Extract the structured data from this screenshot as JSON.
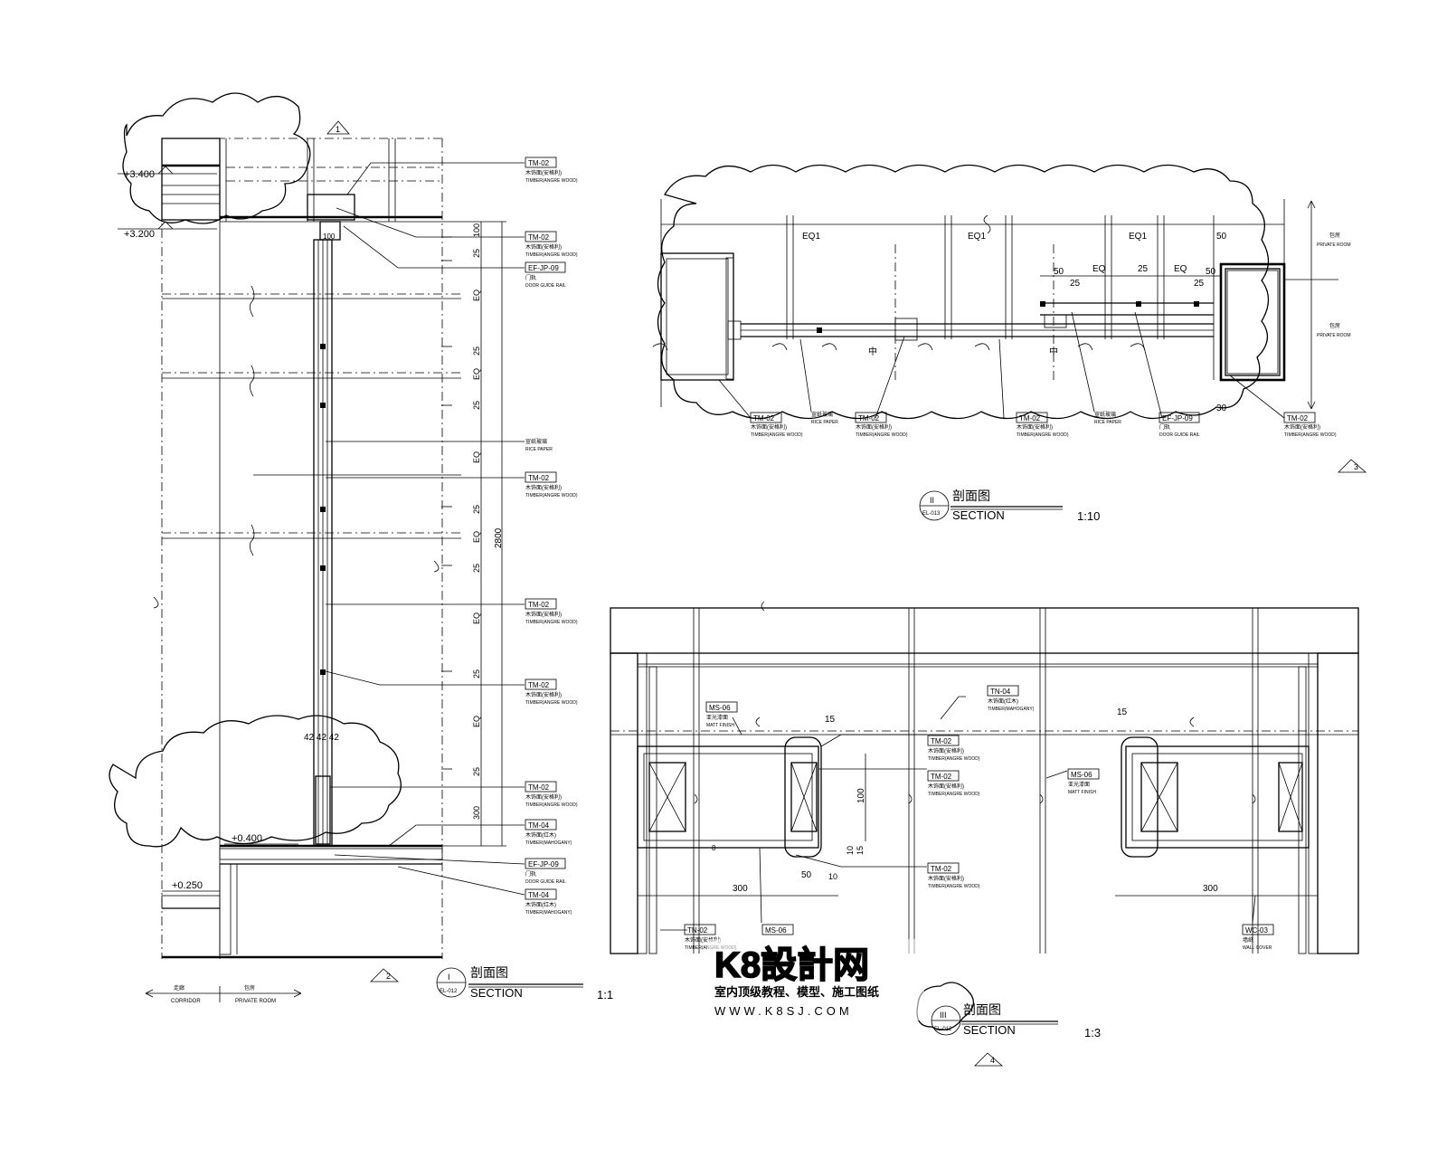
{
  "sheet": {
    "level_34": "+3.400",
    "level_32": "+3.200",
    "level_04": "+0.400",
    "level_025": "+0.250",
    "zone_corridor_cn": "走廊",
    "zone_corridor": "CORRIDOR",
    "zone_private_cn": "包房",
    "zone_private": "PRIVATE ROOM",
    "callout_1": "1",
    "callout_2": "2",
    "callout_3": "3",
    "callout_4": "4"
  },
  "section1": {
    "dims": {
      "d100": "100",
      "d25a": "25",
      "eq1": "EQ",
      "d25b": "25",
      "d25c": "25",
      "eq2": "EQ",
      "d25d": "25",
      "eq3": "EQ",
      "d25e": "25",
      "eq4": "EQ",
      "d25f": "25",
      "eq5": "EQ",
      "d25g": "25",
      "eq6": "EQ",
      "d25h": "25",
      "d300": "300",
      "d2800": "2800",
      "d100b": "100",
      "d42": "42 42 42"
    },
    "tags": [
      {
        "code": "TM-02",
        "cn": "木饰面(安格利)",
        "en": "TIMBER(ANGRE WOOD)"
      },
      {
        "code": "TM-02",
        "cn": "木饰面(安格利)",
        "en": "TIMBER(ANGRE WOOD)"
      },
      {
        "code": "EF-JP-09",
        "cn": "门轨",
        "en": "DOOR GUIDE RAIL"
      },
      {
        "code": "",
        "cn": "宣纸玻璃",
        "en": "RICE PAPER"
      },
      {
        "code": "TM-02",
        "cn": "木饰面(安格利)",
        "en": "TIMBER(ANGRE WOOD)"
      },
      {
        "code": "TM-02",
        "cn": "木饰面(安格利)",
        "en": "TIMBER(ANGRE WOOD)"
      },
      {
        "code": "TM-02",
        "cn": "木饰面(安格利)",
        "en": "TIMBER(ANGRE WOOD)"
      },
      {
        "code": "TM-02",
        "cn": "木饰面(安格利)",
        "en": "TIMBER(ANGRE WOOD)"
      },
      {
        "code": "TM-04",
        "cn": "木饰面(红木)",
        "en": "TIMBER(MAHOGANY)"
      },
      {
        "code": "EF-JP-09",
        "cn": "门轨",
        "en": "DOOR GUIDE RAIL"
      },
      {
        "code": "TM-04",
        "cn": "木饰面(红木)",
        "en": "TIMBER(MAHOGANY)"
      }
    ],
    "title": {
      "num": "I",
      "ref": "EL-012",
      "cn": "剖面图",
      "en": "SECTION",
      "scale": "1:1"
    }
  },
  "section2": {
    "dims": {
      "eq1a": "EQ1",
      "eq1b": "EQ1",
      "eq1c": "EQ1",
      "d50a": "50",
      "d50b": "50",
      "d25a": "25",
      "eqa": "EQ",
      "d25b": "25",
      "eqb": "EQ",
      "d25c": "25",
      "d50c": "50",
      "d30": "30",
      "cl1": "中",
      "cl2": "中"
    },
    "rooms": [
      {
        "cn": "包房",
        "en": "PRIVATE ROOM"
      },
      {
        "cn": "包房",
        "en": "PRIVATE ROOM"
      }
    ],
    "tags": [
      {
        "code": "TM-02",
        "cn": "木饰面(安格利)",
        "en": "TIMBER(ANGRE WOOD)"
      },
      {
        "code": "",
        "cn": "宣纸玻璃",
        "en": "RICE PAPER"
      },
      {
        "code": "TM-02",
        "cn": "木饰面(安格利)",
        "en": "TIMBER(ANGRE WOOD)"
      },
      {
        "code": "TM-02",
        "cn": "木饰面(安格利)",
        "en": "TIMBER(ANGRE WOOD)"
      },
      {
        "code": "",
        "cn": "宣纸玻璃",
        "en": "RICE PAPER"
      },
      {
        "code": "EF-JP-09",
        "cn": "门轨",
        "en": "DOOR GUIDE RAIL"
      },
      {
        "code": "TM-02",
        "cn": "木饰面(安格利)",
        "en": "TIMBER(ANGRE WOOD)"
      }
    ],
    "title": {
      "num": "II",
      "ref": "EL-013",
      "cn": "剖面图",
      "en": "SECTION",
      "scale": "1:10"
    }
  },
  "section3": {
    "dims": {
      "d15a": "15",
      "d15b": "15",
      "d100": "100",
      "d10a": "10",
      "d15c": "15",
      "d50": "50",
      "d10b": "10",
      "d300a": "300",
      "d300b": "300",
      "d8": "8"
    },
    "tags": [
      {
        "code": "MS-06",
        "cn": "亚光漆面",
        "en": "MATT FINISH"
      },
      {
        "code": "TN-04",
        "cn": "木饰面(红木)",
        "en": "TIMBER(MAHOGANY)"
      },
      {
        "code": "TM-02",
        "cn": "木饰面(安格利)",
        "en": "TIMBER(ANGRE WOOD)"
      },
      {
        "code": "TM-02",
        "cn": "木饰面(安格利)",
        "en": "TIMBER(ANGRE WOOD)"
      },
      {
        "code": "MS-06",
        "cn": "亚光漆面",
        "en": "MATT FINISH"
      },
      {
        "code": "TM-02",
        "cn": "木饰面(安格利)",
        "en": "TIMBER(ANGRE WOOD)"
      },
      {
        "code": "TN-02",
        "cn": "木饰面(安格利)",
        "en": "TIMBER(ANGRE WOOD)"
      },
      {
        "code": "MS-06",
        "cn": "",
        "en": ""
      },
      {
        "code": "WC-03",
        "cn": "墙纸",
        "en": "WALL COVER"
      }
    ],
    "title": {
      "num": "III",
      "ref": "EL-012",
      "cn": "剖面图",
      "en": "SECTION",
      "scale": "1:3"
    }
  },
  "watermark": {
    "brand": "K8設計网",
    "slogan": "室内顶级教程、模型、施工图纸",
    "url": "WWW.K8SJ.COM"
  }
}
